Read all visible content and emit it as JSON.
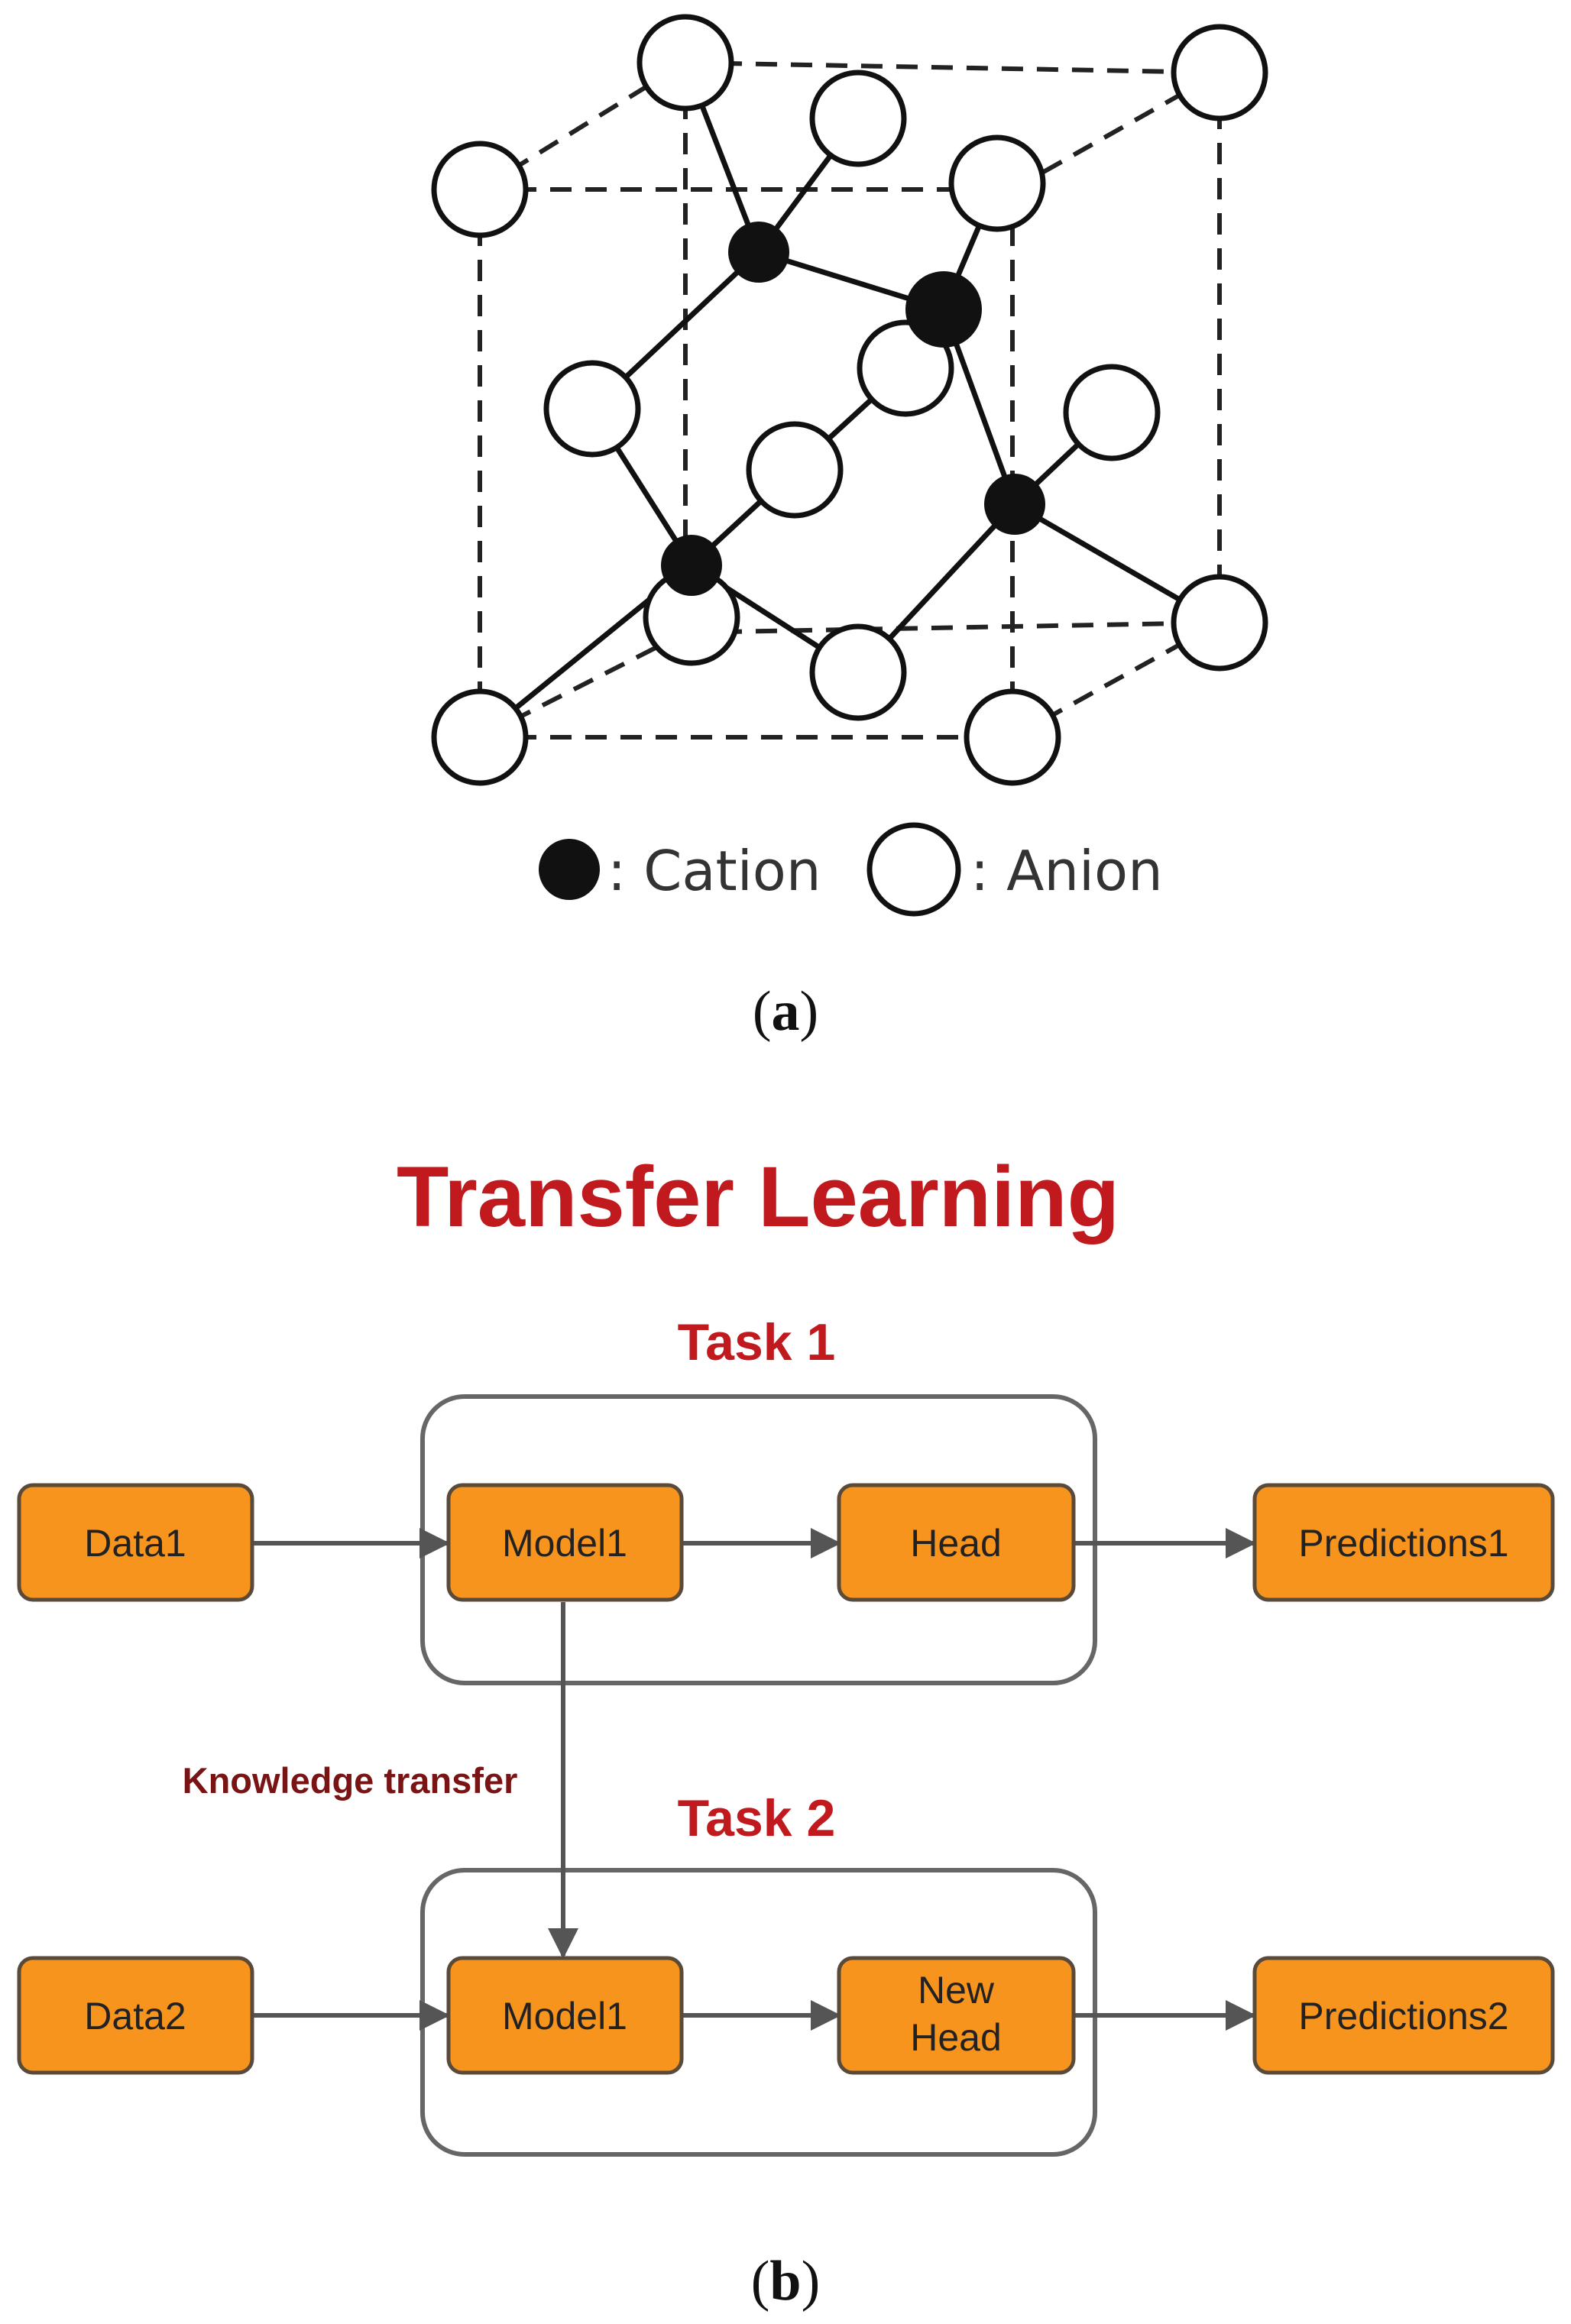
{
  "panel_a": {
    "legend": {
      "cation_label": ": Cation",
      "anion_label": ": Anion"
    },
    "label_open": "(",
    "label_letter": "a",
    "label_close": ")"
  },
  "panel_b": {
    "title": "Transfer Learning",
    "task1_label": "Task 1",
    "task2_label": "Task 2",
    "knowledge_transfer_label": "Knowledge transfer",
    "row1": {
      "data": "Data1",
      "model": "Model1",
      "head": "Head",
      "predictions": "Predictions1"
    },
    "row2": {
      "data": "Data2",
      "model": "Model1",
      "head_line1": "New",
      "head_line2": "Head",
      "predictions": "Predictions2"
    },
    "label_open": "(",
    "label_letter": "b",
    "label_close": ")"
  },
  "colors": {
    "box_fill": "#f7941d",
    "title_red": "#c0191e",
    "knowledge_red": "#7a1414",
    "frame_gray": "#666666"
  }
}
